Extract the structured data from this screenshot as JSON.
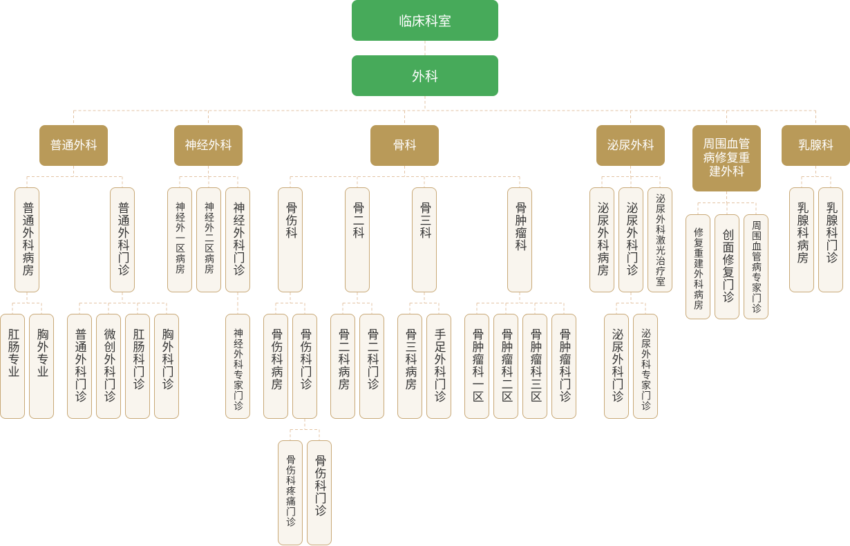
{
  "root": "临床科室",
  "surgery": "外科",
  "depts": {
    "general": "普通外科",
    "neuro": "神经外科",
    "ortho": "骨科",
    "uro": "泌尿外科",
    "vascular": "周围血管病修复重建外科",
    "breast": "乳腺科"
  },
  "general": {
    "ward": "普通外科病房",
    "clinic": "普通外科门诊",
    "colorectal": "肛肠专业",
    "thoracic": "胸外专业",
    "gen_clinic": "普通外科门诊",
    "mini_clinic": "微创外科门诊",
    "anal_clinic": "肛肠科门诊",
    "chest_clinic": "胸外科门诊"
  },
  "neuro": {
    "ward1": "神经外一区病房",
    "ward2": "神经外二区病房",
    "clinic": "神经外科门诊",
    "expert": "神经外科专家门诊"
  },
  "ortho": {
    "trauma": "骨伤科",
    "bone2": "骨二科",
    "bone3": "骨三科",
    "tumor": "骨肿瘤科",
    "trauma_ward": "骨伤科病房",
    "trauma_clinic": "骨伤科门诊",
    "pain_clinic": "骨伤科疼痛门诊",
    "trauma_clinic2": "骨伤科门诊",
    "bone2_ward": "骨二科病房",
    "bone2_clinic": "骨二科门诊",
    "bone3_ward": "骨三科病房",
    "hand_clinic": "手足外科门诊",
    "tumor1": "骨肿瘤科一区",
    "tumor2": "骨肿瘤科二区",
    "tumor3": "骨肿瘤科三区",
    "tumor_clinic": "骨肿瘤科门诊"
  },
  "uro": {
    "ward": "泌尿外科病房",
    "clinic": "泌尿外科门诊",
    "laser": "泌尿外科激光治疗室",
    "clinic2": "泌尿外科门诊",
    "expert": "泌尿外科专家门诊"
  },
  "vascular": {
    "ward": "修复重建外科病房",
    "wound": "创面修复门诊",
    "expert": "周围血管病专家门诊"
  },
  "breast": {
    "ward": "乳腺科病房",
    "clinic": "乳腺科门诊"
  },
  "colors": {
    "green": "#47aa5a",
    "gold": "#b99a59",
    "line": "#e3c3a3",
    "box_bg": "#f9f5ee",
    "box_border": "#c8a876"
  }
}
